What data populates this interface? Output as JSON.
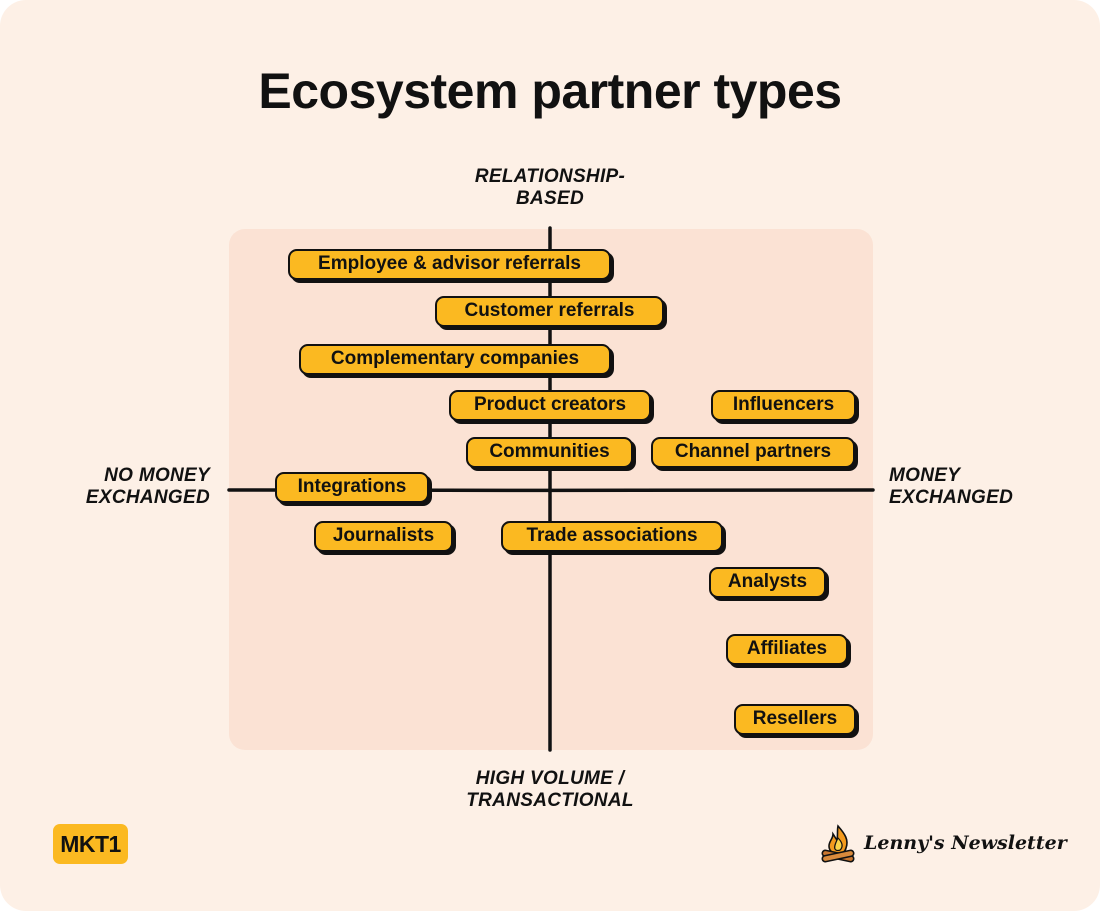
{
  "title": "Ecosystem partner types",
  "axes": {
    "top": [
      "RELATIONSHIP-",
      "BASED"
    ],
    "bottom": [
      "HIGH VOLUME /",
      "TRANSACTIONAL"
    ],
    "left": [
      "NO MONEY",
      "EXCHANGED"
    ],
    "right": [
      "MONEY",
      "EXCHANGED"
    ]
  },
  "partners": [
    "Employee & advisor referrals",
    "Customer referrals",
    "Complementary companies",
    "Product creators",
    "Influencers",
    "Communities",
    "Channel partners",
    "Integrations",
    "Journalists",
    "Trade associations",
    "Analysts",
    "Affiliates",
    "Resellers"
  ],
  "branding": {
    "left": "MKT1",
    "right": "Lenny's Newsletter"
  },
  "colors": {
    "background": "#fdf0e6",
    "quadrant": "#fbe2d4",
    "chip": "#fbb921",
    "ink": "#111111"
  }
}
